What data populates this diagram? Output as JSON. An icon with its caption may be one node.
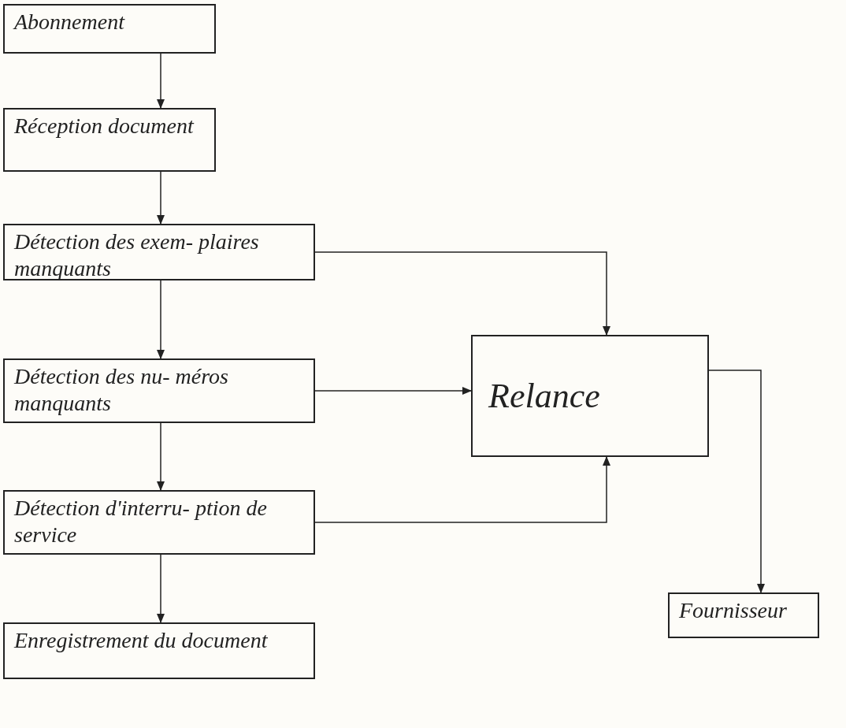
{
  "diagram": {
    "nodes": [
      {
        "text": [
          "Abonnement"
        ]
      },
      {
        "text": [
          "Réception document"
        ]
      },
      {
        "text": [
          "Détection des exem- plaires manquants"
        ]
      },
      {
        "text": [
          "Détection des nu- méros manquants"
        ]
      },
      {
        "text": [
          "Détection d'interru- ption de service"
        ]
      },
      {
        "text": [
          "Enregistrement du document"
        ]
      },
      {
        "text": [
          "Relance"
        ]
      },
      {
        "text": [
          "Fournisseur"
        ]
      }
    ],
    "edges": [
      {
        "from": 0,
        "to": 1,
        "arrow": "to"
      },
      {
        "from": 1,
        "to": 2,
        "arrow": "to"
      },
      {
        "from": 2,
        "to": 3,
        "arrow": "to"
      },
      {
        "from": 3,
        "to": 4,
        "arrow": "to"
      },
      {
        "from": 4,
        "to": 5,
        "arrow": "to"
      },
      {
        "from": 2,
        "to": 6,
        "arrow": "to"
      },
      {
        "from": 3,
        "to": 6,
        "arrow": "to"
      },
      {
        "from": 4,
        "to": 6,
        "arrow": "to"
      },
      {
        "from": 6,
        "to": 7,
        "arrow": "to"
      }
    ]
  }
}
